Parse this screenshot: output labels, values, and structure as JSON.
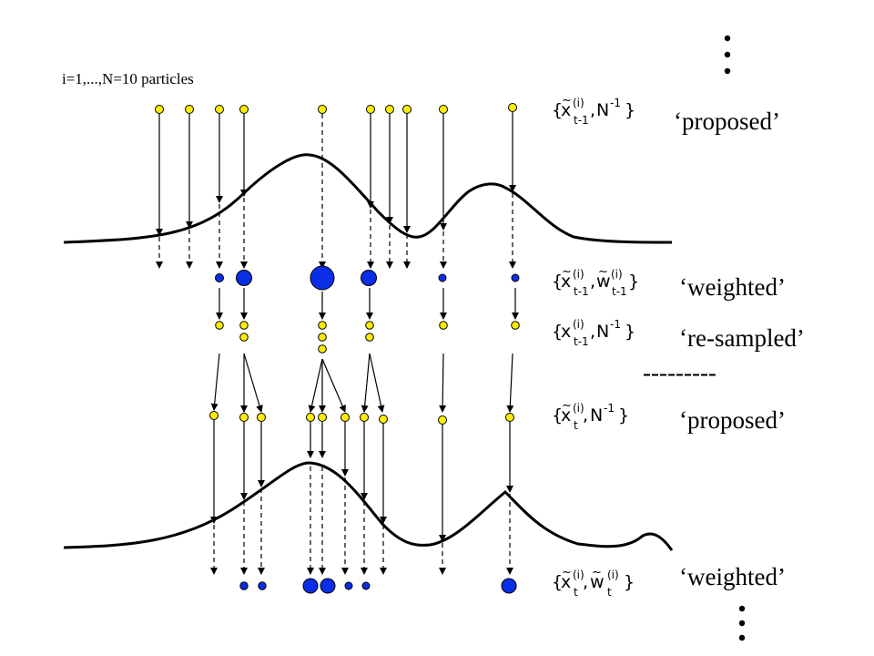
{
  "header": {
    "particles_label": "i=1,...,N=10 particles"
  },
  "stages": {
    "proposed_1": "‘proposed’",
    "weighted_1": "‘weighted’",
    "resampled": "‘re-sampled’",
    "separator": "---------",
    "proposed_2": "‘proposed’",
    "weighted_2": "‘weighted’"
  },
  "sets": {
    "row1": {
      "open": "{",
      "x": "x",
      "tilde": "~",
      "sup": "(i)",
      "sub": "t-1",
      "sep": ",",
      "w": "N",
      "wsup": "-1",
      "wsub": "",
      "wtilde": "",
      "close": "}"
    },
    "row2": {
      "open": "{",
      "x": "x",
      "tilde": "~",
      "sup": "(i)",
      "sub": "t-1",
      "sep": ",",
      "w": "w",
      "wsup": "(i)",
      "wsub": "t-1",
      "wtilde": "~",
      "close": "}"
    },
    "row3": {
      "open": "{",
      "x": "x",
      "tilde": "",
      "sup": "(i)",
      "sub": "t-1",
      "sep": ",",
      "w": "N",
      "wsup": "-1",
      "wsub": "",
      "wtilde": "",
      "close": "}"
    },
    "row4": {
      "open": "{",
      "x": "x",
      "tilde": "~",
      "sup": "(i)",
      "sub": "t",
      "sep": ",",
      "w": "N",
      "wsup": "-1",
      "wsub": "",
      "wtilde": "",
      "close": "}"
    },
    "row5": {
      "open": "{",
      "x": "x",
      "tilde": "~",
      "sup": "(i)",
      "sub": "t",
      "sep": ",",
      "w": "w",
      "wsup": "(i)",
      "wsub": "t",
      "wtilde": "~",
      "close": "}"
    }
  },
  "colors": {
    "yellow_particle": "#ffee00",
    "blue_particle": "#0a2ee6",
    "particle_stroke": "#000000",
    "curve": "#000000",
    "arrow": "#000000"
  }
}
